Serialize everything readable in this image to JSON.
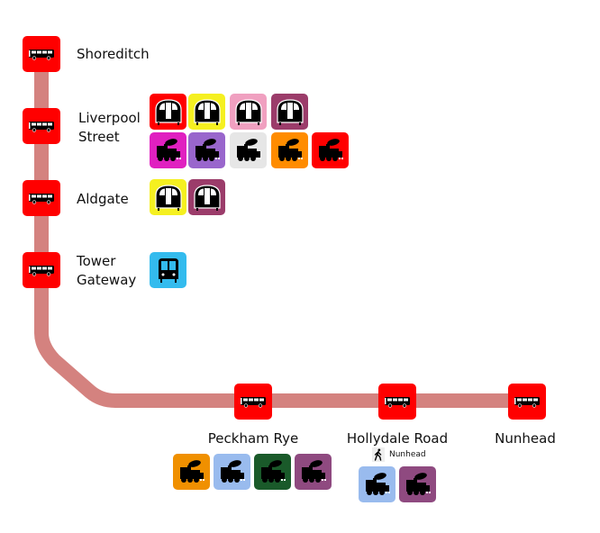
{
  "colors": {
    "route_line": "#d4827f",
    "stop_fill": "#ff0000"
  },
  "stops": [
    {
      "id": "shoreditch",
      "name_lines": [
        "Shoreditch"
      ],
      "icon": "bus-icon",
      "connections": []
    },
    {
      "id": "liverpool-street",
      "name_lines": [
        "Liverpool",
        "Street"
      ],
      "icon": "bus-icon",
      "connections": [
        {
          "type": "tube",
          "icon": "tube-icon",
          "color": "#ff0000"
        },
        {
          "type": "tube",
          "icon": "tube-icon",
          "color": "#f5f020"
        },
        {
          "type": "tube",
          "icon": "tube-icon",
          "color": "#f0a0c0"
        },
        {
          "type": "tube",
          "icon": "tube-icon",
          "color": "#9b3c6a"
        },
        {
          "type": "rail",
          "icon": "steam-train-icon",
          "color": "#e020c0"
        },
        {
          "type": "rail",
          "icon": "steam-train-icon",
          "color": "#9966cc"
        },
        {
          "type": "rail",
          "icon": "steam-train-icon",
          "color": "#e6e6e6"
        },
        {
          "type": "rail",
          "icon": "steam-train-icon",
          "color": "#ff8c00"
        },
        {
          "type": "rail",
          "icon": "steam-train-icon",
          "color": "#ff0000"
        }
      ]
    },
    {
      "id": "aldgate",
      "name_lines": [
        "Aldgate"
      ],
      "icon": "bus-icon",
      "connections": [
        {
          "type": "tube",
          "icon": "tube-icon",
          "color": "#f5f020"
        },
        {
          "type": "tube",
          "icon": "tube-icon",
          "color": "#9b3c6a"
        }
      ]
    },
    {
      "id": "tower-gateway",
      "name_lines": [
        "Tower",
        "Gateway"
      ],
      "icon": "bus-icon",
      "connections": [
        {
          "type": "dlr",
          "icon": "dlr-train-icon",
          "color": "#33bbee"
        }
      ]
    },
    {
      "id": "peckham-rye",
      "name_lines": [
        "Peckham Rye"
      ],
      "icon": "bus-icon",
      "connections": [
        {
          "type": "rail",
          "icon": "steam-train-icon",
          "color": "#f09000"
        },
        {
          "type": "rail",
          "icon": "steam-train-icon",
          "color": "#99bbee"
        },
        {
          "type": "rail",
          "icon": "steam-train-icon",
          "color": "#1a5a2a"
        },
        {
          "type": "rail",
          "icon": "steam-train-icon",
          "color": "#8f4a80"
        }
      ]
    },
    {
      "id": "hollydale-road",
      "name_lines": [
        "Hollydale Road"
      ],
      "icon": "bus-icon",
      "walk": {
        "icon": "walking-person-icon",
        "label": "Nunhead"
      },
      "connections": [
        {
          "type": "rail",
          "icon": "steam-train-icon",
          "color": "#99bbee"
        },
        {
          "type": "rail",
          "icon": "steam-train-icon",
          "color": "#8f4a80"
        }
      ]
    },
    {
      "id": "nunhead",
      "name_lines": [
        "Nunhead"
      ],
      "icon": "bus-icon",
      "connections": []
    }
  ]
}
